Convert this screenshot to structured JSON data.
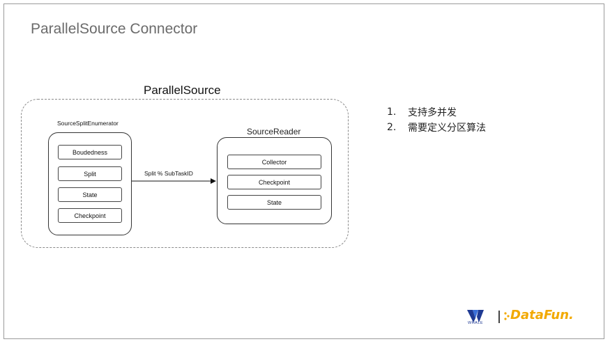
{
  "slide": {
    "title": "ParallelSource Connector"
  },
  "diagram": {
    "outer_label": "ParallelSource",
    "enumerator": {
      "label": "SourceSplitEnumerator",
      "fields": [
        "Boudedness",
        "Split",
        "State",
        "Checkpoint"
      ]
    },
    "reader": {
      "label": "SourceReader",
      "fields": [
        "Collector",
        "Checkpoint",
        "State"
      ]
    },
    "arrow_label": "Split % SubTaskID"
  },
  "notes": [
    {
      "num": "1.",
      "text": "支持多并发"
    },
    {
      "num": "2.",
      "text": "需要定义分区算法"
    }
  ],
  "footer": {
    "whale_text": "WHALE",
    "datafun_text": "DataFun.",
    "colors": {
      "whale": "#1f3a93",
      "datafun": "#f2a900"
    }
  }
}
